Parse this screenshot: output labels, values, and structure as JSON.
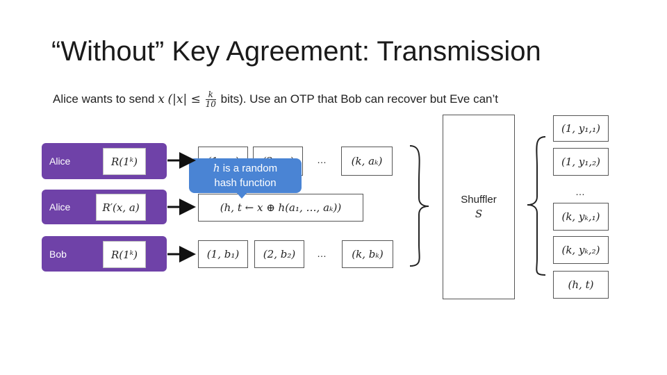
{
  "slide": {
    "title": "“Without” Key Agreement: Transmission",
    "subtitle_prefix": "Alice wants to send ",
    "subtitle_x": "x",
    "subtitle_abs": "(|x| ≤",
    "subtitle_frac_num": "k",
    "subtitle_frac_den": "10",
    "subtitle_suffix": "bits). Use an OTP that Bob can recover but Eve can’t"
  },
  "rows": [
    {
      "party": "Alice",
      "func": "R(1ᵏ)",
      "messages": [
        "(1, a₁)",
        "(2, a₂)",
        "(k, aₖ)"
      ],
      "ellipsis": "…"
    },
    {
      "party": "Alice",
      "func": "R′(x, a)",
      "messages": [
        "(h, t ← x ⊕ h(a₁, …, aₖ))"
      ]
    },
    {
      "party": "Bob",
      "func": "R(1ᵏ)",
      "messages": [
        "(1, b₁)",
        "(2, b₂)",
        "(k, bₖ)"
      ],
      "ellipsis": "…"
    }
  ],
  "tooltip": {
    "line1_var": "h",
    "line1": " is a random",
    "line2": "hash function"
  },
  "shuffler": {
    "label": "Shuffler",
    "symbol": "S",
    "icon": "angel-face-icon"
  },
  "outputs": {
    "items": [
      "(1, y₁,₁)",
      "(1, y₁,₂)",
      "(k, yₖ,₁)",
      "(k, yₖ,₂)",
      "(h, t)"
    ],
    "ellipsis": "…"
  },
  "colors": {
    "party_bg": "#6f42a8",
    "tooltip_bg": "#4a84d4",
    "arrow": "#111111"
  }
}
